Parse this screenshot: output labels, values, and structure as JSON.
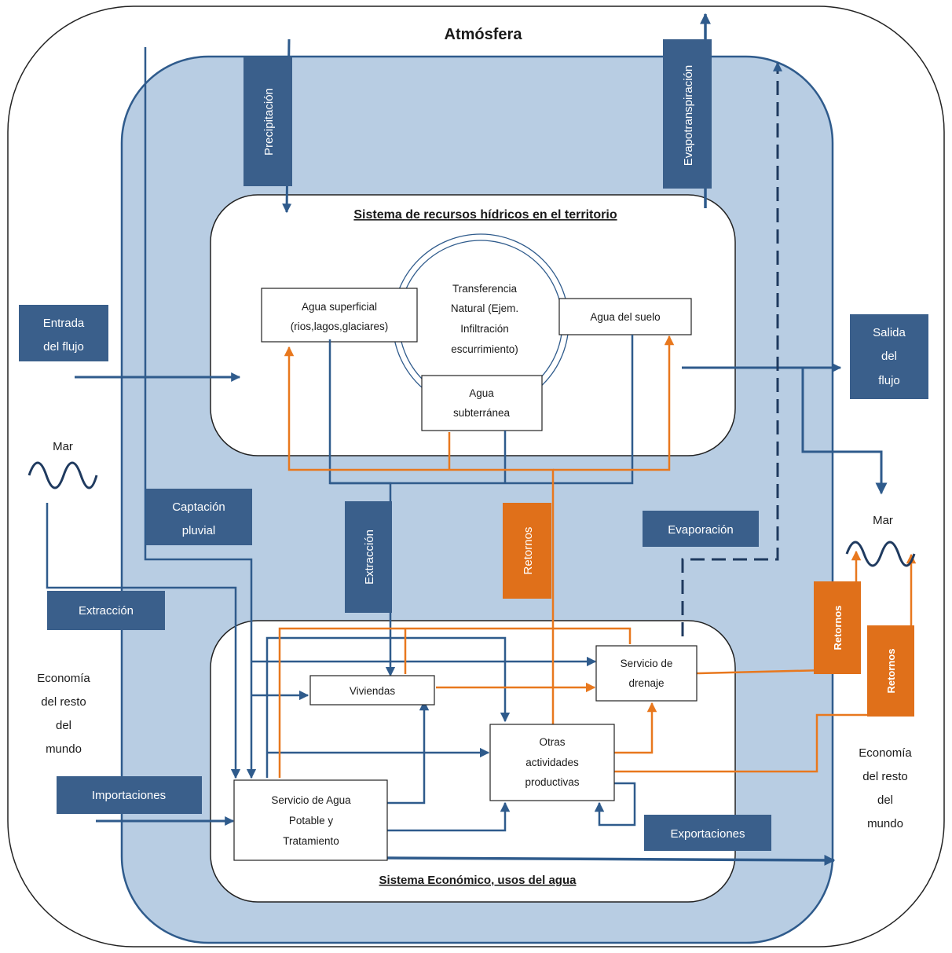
{
  "colors": {
    "territory": "#b8cde3",
    "navy": "#2f5b8c",
    "label_box": "#3a5f8b",
    "orange": "#e8781e",
    "orange_box": "#e0701a",
    "line": "#1f3a5f"
  },
  "outer": {
    "title": "Atmósfera"
  },
  "water_system": {
    "title": "Sistema de recursos hídricos en el territorio",
    "surface_water": [
      "Agua superficial",
      "(rios,lagos,glaciares)"
    ],
    "soil_water": "Agua del suelo",
    "natural_transfer": [
      "Transferencia",
      "Natural (Ejem.",
      "Infiltración",
      "escurrimiento)"
    ],
    "groundwater": [
      "Agua",
      "subterránea"
    ]
  },
  "economy_system": {
    "title": "Sistema Económico, usos del agua",
    "housing": "Viviendas",
    "drainage": [
      "Servicio de",
      "drenaje"
    ],
    "other_activities": [
      "Otras",
      "actividades",
      "productivas"
    ],
    "potable_service": [
      "Servicio de Agua",
      "Potable y",
      "Tratamiento"
    ]
  },
  "flows": {
    "precipitation": "Precipitación",
    "evapotranspiration": "Evapotranspiración",
    "inflow": [
      "Entrada",
      "del flujo"
    ],
    "outflow": [
      "Salida",
      "del",
      "flujo"
    ],
    "rain_capture": [
      "Captación",
      "pluvial"
    ],
    "extraction_vertical": "Extracción",
    "returns_vertical": "Retornos",
    "evaporation": "Evaporación",
    "extraction_sea": "Extracción",
    "imports": "Importaciones",
    "exports": "Exportaciones",
    "returns_sea_1": "Retornos",
    "returns_sea_2": "Retornos"
  },
  "sea_left": "Mar",
  "sea_right": "Mar",
  "rest_of_world_left": [
    "Economía",
    "del resto",
    "del",
    "mundo"
  ],
  "rest_of_world_right": [
    "Economía",
    "del resto",
    "del",
    "mundo"
  ]
}
